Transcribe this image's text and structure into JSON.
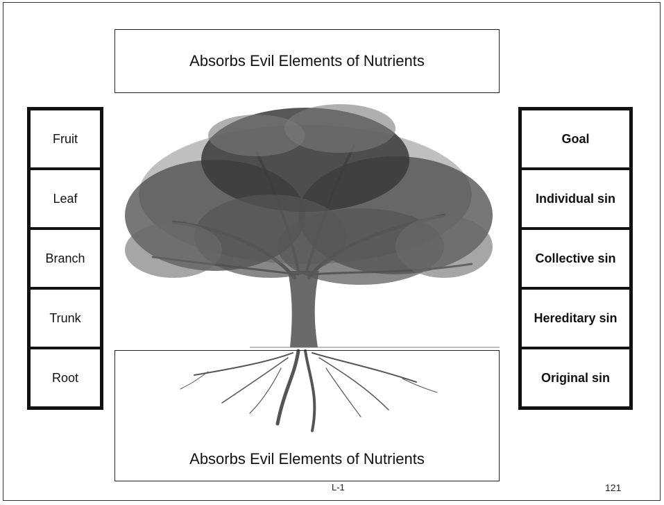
{
  "top_banner": "Absorbs Evil Elements of Nutrients",
  "bottom_banner": "Absorbs Evil Elements of Nutrients",
  "tree_parts": [
    "Fruit",
    "Leaf",
    "Branch",
    "Trunk",
    "Root"
  ],
  "sin_levels": [
    "Goal",
    "Individual sin",
    "Collective sin",
    "Hereditary sin",
    "Original sin"
  ],
  "footer": {
    "code": "L-1",
    "page": "121"
  },
  "colors": {
    "border": "#111111",
    "foliage": "#3a3a3a",
    "foliage_light": "#8a8a8a"
  }
}
